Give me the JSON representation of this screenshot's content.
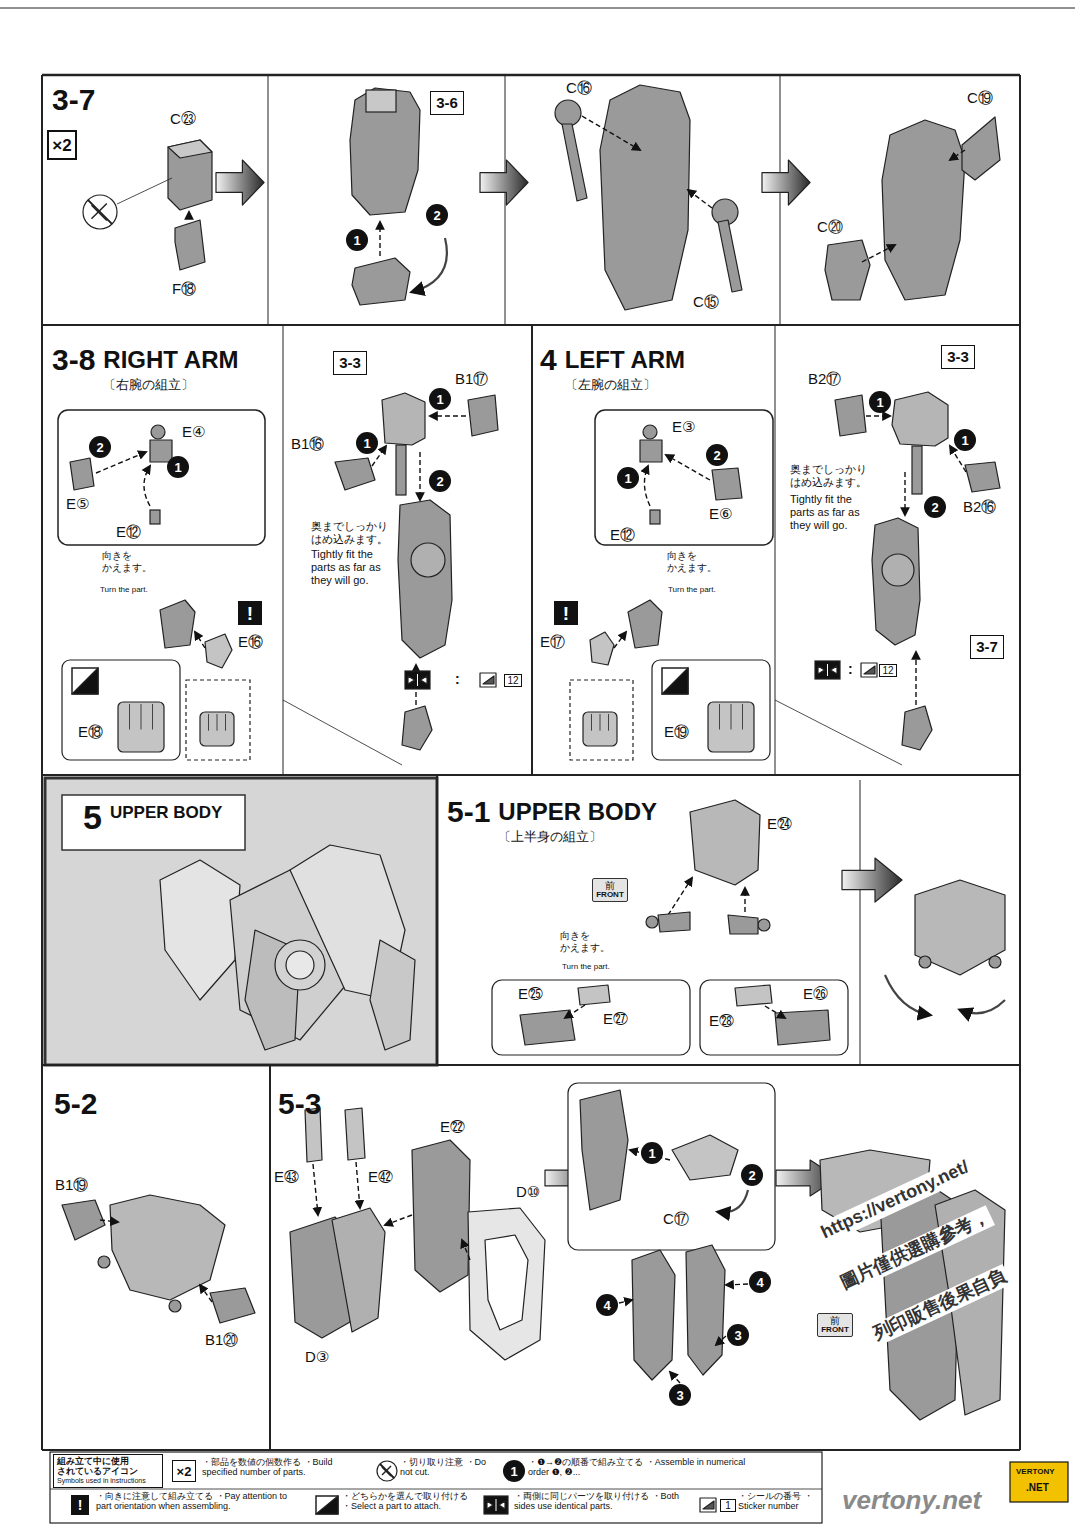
{
  "diagram": {
    "nodes": [
      {
        "text": [
          "3-7"
        ]
      },
      {
        "text": [
          "×2"
        ],
        "in": 0
      },
      {
        "text": [
          "3-6"
        ],
        "in": 0
      },
      {
        "text": [
          "1"
        ],
        "in": 0
      },
      {
        "text": [
          "2"
        ],
        "in": 0
      },
      {
        "text": [
          "3-8",
          "RIGHT ARM",
          "〔右腕の組立〕"
        ]
      },
      {
        "text": [
          "2"
        ],
        "in": 5
      },
      {
        "text": [
          "1"
        ],
        "in": 5
      },
      {
        "text": [
          "!"
        ],
        "in": 5
      },
      {
        "text": [
          "3-3"
        ],
        "in": 5
      },
      {
        "text": [
          "1"
        ],
        "in": 5
      },
      {
        "text": [
          "1"
        ],
        "in": 5
      },
      {
        "text": [
          "2"
        ],
        "in": 5
      },
      {
        "text": [
          "12"
        ],
        "in": 5
      },
      {
        "text": [
          "4",
          "LEFT ARM",
          "〔左腕の組立〕"
        ]
      },
      {
        "text": [
          "2"
        ],
        "in": 14
      },
      {
        "text": [
          "1"
        ],
        "in": 14
      },
      {
        "text": [
          "!"
        ],
        "in": 14
      },
      {
        "text": [
          "1"
        ],
        "in": 14
      },
      {
        "text": [
          "3-3"
        ],
        "in": 14
      },
      {
        "text": [
          "1"
        ],
        "in": 14
      },
      {
        "text": [
          "2"
        ],
        "in": 14
      },
      {
        "text": [
          "3-7"
        ],
        "in": 14
      },
      {
        "text": [
          "12"
        ],
        "in": 14
      },
      {
        "text": [
          "5",
          "UPPER BODY"
        ]
      },
      {
        "text": [
          "5-1",
          "UPPER BODY",
          "〔上半身の組立〕"
        ]
      },
      {
        "text": [
          "前",
          "FRONT"
        ],
        "in": 25
      },
      {
        "text": [
          "5-2"
        ]
      },
      {
        "text": [
          "5-3"
        ]
      },
      {
        "text": [
          "1"
        ],
        "in": 28
      },
      {
        "text": [
          "2"
        ],
        "in": 28
      },
      {
        "text": [
          "4"
        ],
        "in": 28
      },
      {
        "text": [
          "4"
        ],
        "in": 28
      },
      {
        "text": [
          "3"
        ],
        "in": 28
      },
      {
        "text": [
          "3"
        ],
        "in": 28
      },
      {
        "text": [
          "前",
          "FRONT"
        ],
        "in": 28
      },
      {
        "text": [
          "組み立て中に使用 されているアイコン",
          "Symbols used in instructions"
        ]
      },
      {
        "text": [
          "×2"
        ]
      },
      {
        "text": [
          "1"
        ]
      },
      {
        "text": [
          "!"
        ]
      },
      {
        "text": [
          "1"
        ]
      }
    ],
    "labels": [
      "C㉓",
      "F⑱",
      "C⑯",
      "C⑮",
      "C⑲",
      "C⑳",
      "E④",
      "E⑤",
      "E⑫",
      "向きを かえます。",
      "Turn the part.",
      "E⑯",
      "E⑱",
      "B1⑰",
      "B1⑯",
      "奥までしっかり はめ込みます。",
      "Tightly fit the parts as far as they will go.",
      ":",
      "E③",
      "E⑥",
      "E⑫",
      "向きを かえます。",
      "Turn the part.",
      "E⑰",
      "E⑲",
      "B2⑰",
      "B2⑯",
      "奥までしっかり はめ込みます。",
      "Tightly fit the parts as far as they will go.",
      ":",
      "E㉔",
      "向きを かえます。",
      "Turn the part.",
      "E㉕",
      "E㉗",
      "E㉘",
      "E㉖",
      "B1⑲",
      "B1⑳",
      "E㊸",
      "E㊷",
      "E㉒",
      "D⑩",
      "D③",
      "C⑰",
      "https://vertony.net/",
      "圖片僅供選購參考，",
      "列印販售後果自負",
      "VERTONY",
      ".NET",
      "vertony.net"
    ],
    "legend": [
      {
        "text": "・部品を数値の個数作る ・Build specified number of parts."
      },
      {
        "text": "・切り取り注意 ・Do not cut."
      },
      {
        "text": "・❶→❷の順番で組み立てる ・Assemble in numerical order ❶, ❷..."
      },
      {
        "text": "・向きに注意して組み立てる ・Pay attention to part orientation when assembling."
      },
      {
        "text": "・どちらかを選んで取り付ける ・Select a part to attach."
      },
      {
        "text": "・両側に同じパーツを取り付ける ・Both sides use identical parts."
      },
      {
        "text": "・シールの番号 ・Sticker number"
      }
    ]
  }
}
